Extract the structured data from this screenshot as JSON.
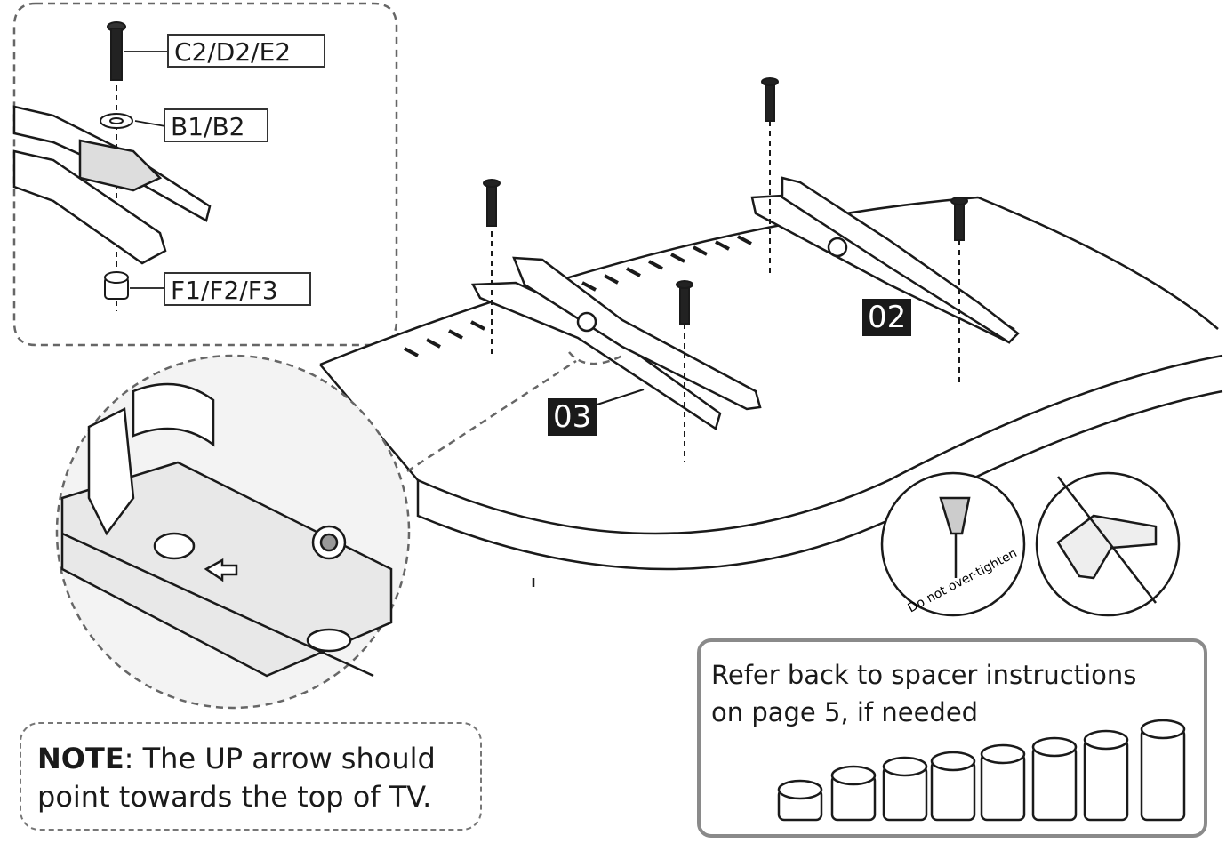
{
  "labels": {
    "screw": "C2/D2/E2",
    "washer": "B1/B2",
    "nut": "F1/F2/F3"
  },
  "tags": {
    "right_bracket": "02",
    "left_bracket": "03"
  },
  "warning_icon": {
    "left_caption": "Do not over-tighten",
    "right_icon": "no-power-drill-icon"
  },
  "note": {
    "label": "NOTE",
    "line1_rest": ": The UP arrow should",
    "line2": "point towards the top of TV."
  },
  "spacer_box": {
    "line1": "Refer back to spacer instructions",
    "line2": "on page 5, if needed"
  },
  "colors": {
    "line": "#1a1a1a",
    "dash": "#666666",
    "tag_bg": "#1a1a1a",
    "box_border": "#8a8a8a"
  }
}
